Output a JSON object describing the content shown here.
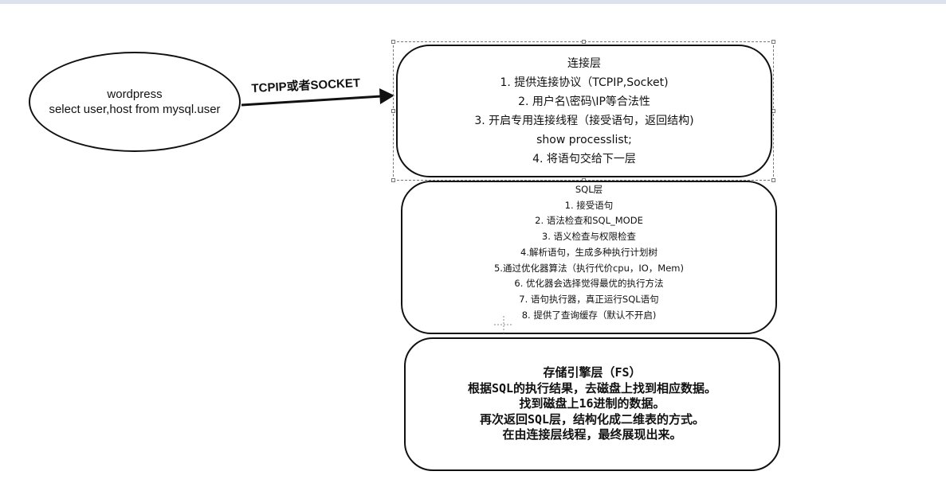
{
  "client": {
    "title": "wordpress",
    "query": "select user,host from mysql.user"
  },
  "arrow_label": "TCPIP或者SOCKET",
  "connection_layer": {
    "title": "连接层",
    "lines": [
      "1. 提供连接协议（TCPIP,Socket)",
      "2. 用户名\\密码\\IP等合法性",
      "3. 开启专用连接线程（接受语句，返回结构)",
      "show processlist;",
      "4. 将语句交给下一层"
    ]
  },
  "sql_layer": {
    "title": "SQL层",
    "lines": [
      "1. 接受语句",
      "2. 语法检查和SQL_MODE",
      "3. 语义检查与权限检查",
      "4.解析语句，生成多种执行计划树",
      "5.通过优化器算法（执行代价cpu，IO，Mem)",
      "6. 优化器会选择觉得最优的执行方法",
      "7. 语句执行器，真正运行SQL语句",
      "8. 提供了查询缓存（默认不开启)"
    ]
  },
  "storage_layer": {
    "title": "存储引擎层（FS）",
    "lines": [
      "根据SQL的执行结果，去磁盘上找到相应数据。",
      "找到磁盘上16进制的数据。",
      "再次返回SQL层，结构化成二维表的方式。",
      "在由连接层线程，最终展现出来。"
    ]
  }
}
